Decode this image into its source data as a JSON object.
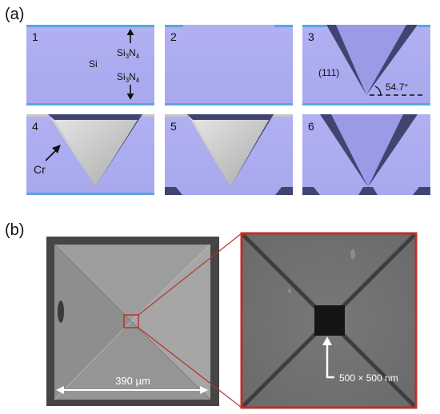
{
  "panel_a": {
    "letter": "(a)",
    "steps": [
      {
        "number": "1",
        "labels": {
          "si": "Si",
          "top_film": "Si3N4",
          "bottom_film": "Si3N4"
        }
      },
      {
        "number": "2"
      },
      {
        "number": "3",
        "labels": {
          "plane": "(111)",
          "angle": "54.7°"
        }
      },
      {
        "number": "4",
        "labels": {
          "coating": "Cr"
        }
      },
      {
        "number": "5"
      },
      {
        "number": "6"
      }
    ]
  },
  "panel_b": {
    "letter": "(b)",
    "scale_bar": "390 µm",
    "zoom_annotation": "500 × 500 nm"
  },
  "colors": {
    "silicon": "#b4b4f4",
    "nitride": "#5aa6e0",
    "pit_dark": "#3f4470",
    "chromium": "#c6c6c6",
    "zoom_frame": "#b8322a",
    "sem_background": "#454545"
  }
}
